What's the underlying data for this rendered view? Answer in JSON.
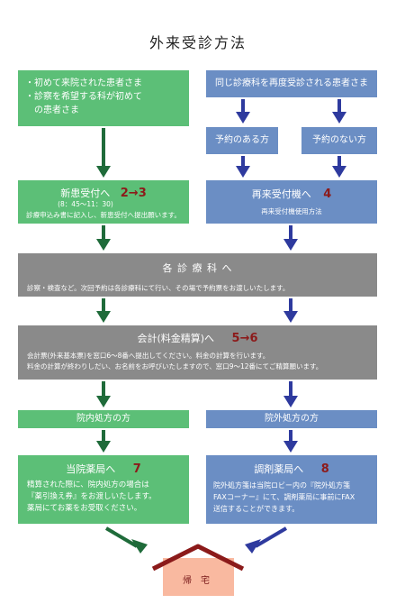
{
  "title": "外来受診方法",
  "left_top": {
    "line1": "・初めて来院された患者さま",
    "line2": "・診察を希望する科が初めて",
    "line3": "　の患者さま"
  },
  "right_top": {
    "label": "同じ診療科を再度受診される患者さま"
  },
  "with_appt": {
    "label": "予約のある方"
  },
  "without_appt": {
    "label": "予約のない方"
  },
  "new_reception": {
    "label": "新患受付へ",
    "step": "2→3",
    "hours": "(8：45〜11：30)",
    "note": "診療申込み書に記入し、新患受付へ提出願います。"
  },
  "re_reception": {
    "label": "再来受付機へ",
    "step": "4",
    "note": "再来受付機使用方法"
  },
  "departments": {
    "label": "各 診 療 科 へ",
    "note": "診察・検査など。次回予約は各診療科にて行い、その場で予約票をお渡しいたします。"
  },
  "payment": {
    "label": "会計(料金精算)へ",
    "step": "5→6",
    "note1": "会計票(外来基本票)を窓口6〜8番へ提出してください。料金の計算を行います。",
    "note2": "料金の計算が終わりしだい、お名前をお呼びいたしますので、窓口9〜12番にてご精算願います。"
  },
  "in_house_rx": {
    "label": "院内処方の方"
  },
  "out_rx": {
    "label": "院外処方の方"
  },
  "hospital_pharmacy": {
    "label": "当院薬局へ",
    "step": "7",
    "line1": "精算された際に、院内処方の場合は",
    "line2": "『薬引換え券』をお渡しいたします。",
    "line3": "薬局にてお薬をお受取ください。"
  },
  "dispensing_pharmacy": {
    "label": "調剤薬局へ",
    "step": "8",
    "line1": "院外処方箋は当院ロビー内の『院外処方箋",
    "line2": "FAXコーナー』にて、調剤薬局に事前にFAX",
    "line3": "送信することができます。"
  },
  "home": {
    "label": "帰宅"
  },
  "colors": {
    "green": "#5cbf77",
    "blue": "#6b8ec4",
    "gray": "#8a8a8a",
    "arrow_green": "#1f6b3a",
    "arrow_blue": "#2e3a9e",
    "step_number": "#8c1a1a",
    "home_fill": "#f9b9a0",
    "home_roof": "#8b1a1a"
  }
}
